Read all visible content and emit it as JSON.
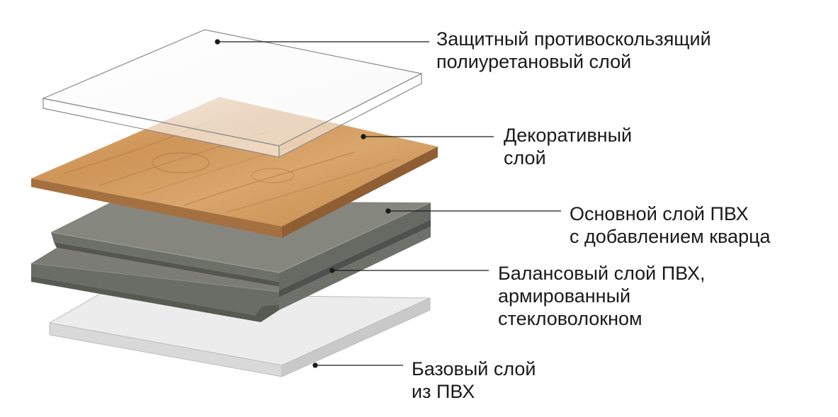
{
  "layers": [
    {
      "id": "protective",
      "lines": [
        "Защитный противоскользящий",
        "полиуретановый слой"
      ]
    },
    {
      "id": "decorative",
      "lines": [
        "Декоративный",
        "слой"
      ]
    },
    {
      "id": "core",
      "lines": [
        "Основной слой ПВХ",
        "с добавлением кварца"
      ]
    },
    {
      "id": "balance",
      "lines": [
        "Балансовый слой ПВХ,",
        "армированный",
        "стекловолокном"
      ]
    },
    {
      "id": "base",
      "lines": [
        "Базовый слой",
        "из ПВХ"
      ]
    }
  ],
  "colors": {
    "wood_light": "#d9a56a",
    "wood_dark": "#b27a45",
    "core_gray": "#7d7f78",
    "core_dark": "#5e605a",
    "base_gray": "#e9e9e9",
    "leader_line": "#1a1a1a"
  }
}
